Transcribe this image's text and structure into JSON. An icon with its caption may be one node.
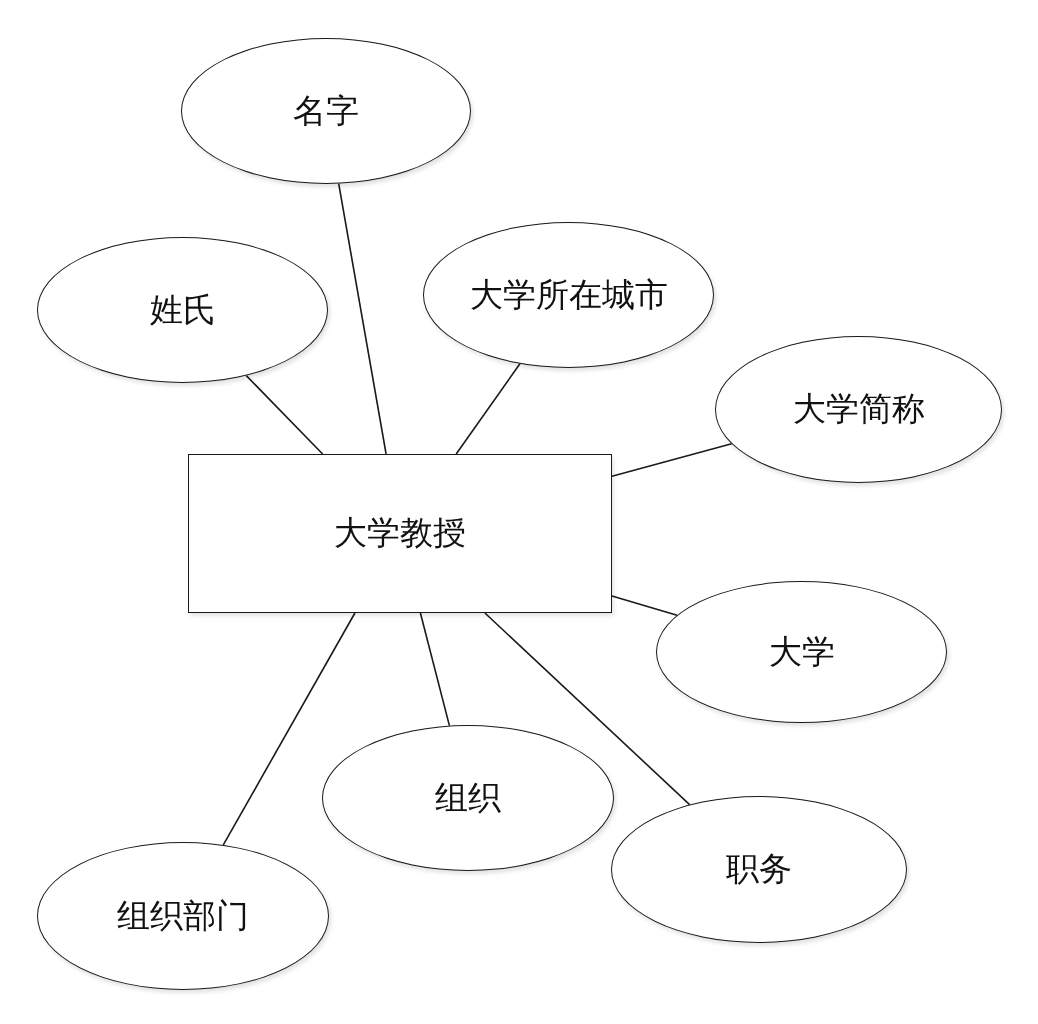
{
  "diagram": {
    "nodes": [
      {
        "text": [
          "名字"
        ]
      },
      {
        "text": [
          "姓氏"
        ]
      },
      {
        "text": [
          "大学所在城市"
        ]
      },
      {
        "text": [
          "大学简称"
        ]
      },
      {
        "text": [
          "大学教授"
        ]
      },
      {
        "text": [
          "大学"
        ]
      },
      {
        "text": [
          "组织"
        ]
      },
      {
        "text": [
          "职务"
        ]
      },
      {
        "text": [
          "组织部门"
        ]
      }
    ],
    "edges": [
      {
        "from": 4,
        "to": 0,
        "arrow": "none"
      },
      {
        "from": 4,
        "to": 1,
        "arrow": "none"
      },
      {
        "from": 4,
        "to": 2,
        "arrow": "none"
      },
      {
        "from": 4,
        "to": 3,
        "arrow": "none"
      },
      {
        "from": 4,
        "to": 5,
        "arrow": "none"
      },
      {
        "from": 4,
        "to": 6,
        "arrow": "none"
      },
      {
        "from": 4,
        "to": 7,
        "arrow": "none"
      },
      {
        "from": 4,
        "to": 8,
        "arrow": "none"
      }
    ]
  }
}
